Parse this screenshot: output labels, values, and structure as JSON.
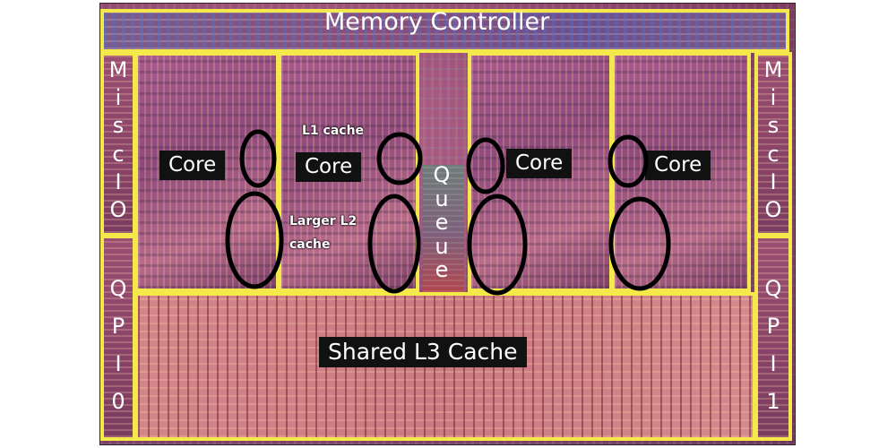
{
  "regions": {
    "memory_controller": "Memory Controller",
    "misc_io_left": "Misc IO",
    "misc_io_right": "Misc IO",
    "qpi_left": "QPI 0",
    "qpi_right": "QPI 1",
    "queue": "Queue",
    "shared_l3": "Shared L3 Cache"
  },
  "cores": [
    "Core",
    "Core",
    "Core",
    "Core"
  ],
  "annotations": {
    "l1": "L1 cache",
    "l2_line1": "Larger L2",
    "l2_line2": "cache"
  },
  "colors": {
    "highlight_border": "#f4e84a",
    "label_background": "#111111",
    "label_text": "#ffffff",
    "cache_circles": "#000000"
  }
}
